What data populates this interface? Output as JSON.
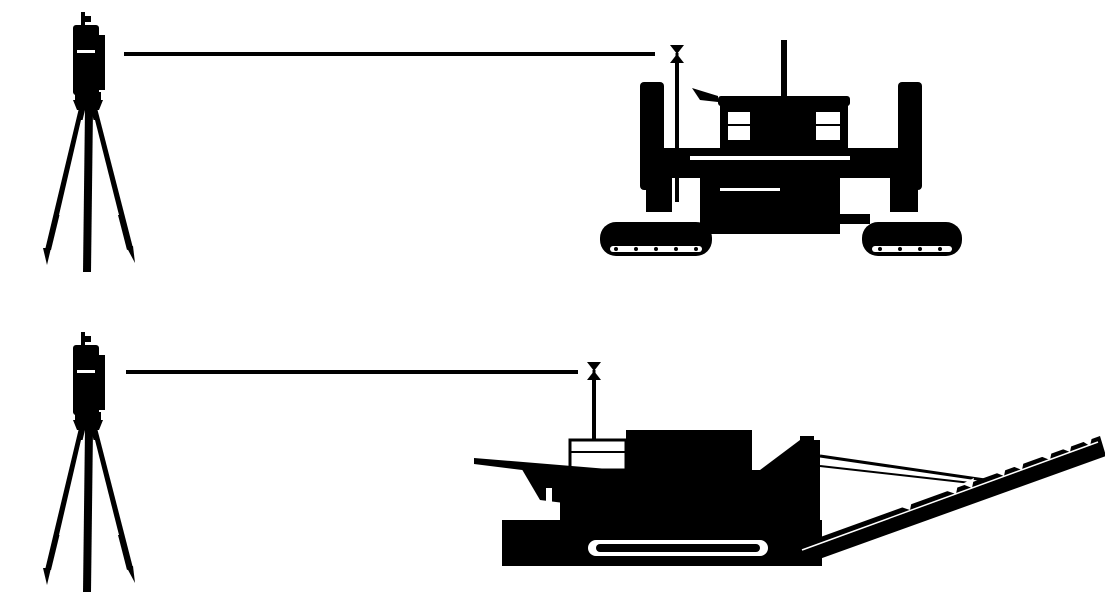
{
  "diagram": {
    "panels": [
      {
        "id": "top",
        "instrument": "total-station-on-tripod",
        "target": "prism",
        "machine": "slipform-paver",
        "link": "line-of-sight"
      },
      {
        "id": "bottom",
        "instrument": "total-station-on-tripod",
        "target": "prism",
        "machine": "tracked-conveyor-placer",
        "link": "line-of-sight"
      }
    ],
    "colors": {
      "silhouette": "#000000",
      "background": "#ffffff",
      "highlight": "#ffffff"
    }
  }
}
